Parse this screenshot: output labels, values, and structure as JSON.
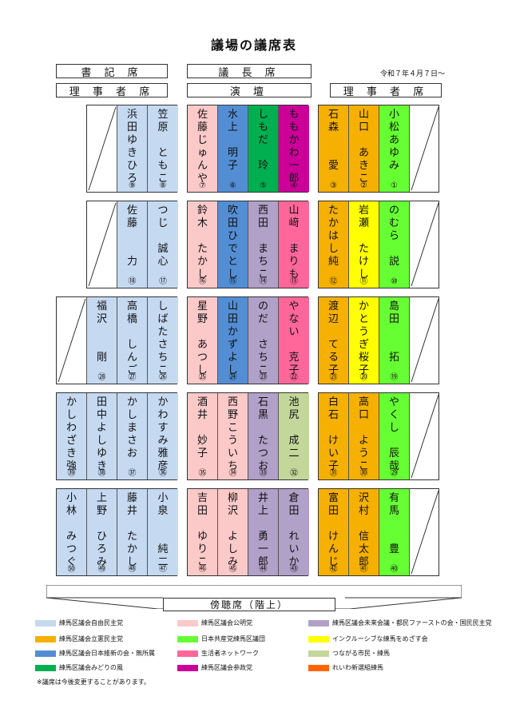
{
  "title": "議場の議席表",
  "header": {
    "clerk_seat": "書 記 席",
    "chair_seat": "議 長 席",
    "date": "令和７年４月７日～",
    "directors_left": "理 事 者 席",
    "podium": "演 壇",
    "directors_right": "理 事 者 席"
  },
  "colors": {
    "jimin": "#c5d9f1",
    "rikken": "#f6b000",
    "ishin": "#538ed5",
    "midori": "#00b050",
    "komei": "#fcc9c9",
    "kyosan": "#66ff33",
    "seikatsu": "#ff6699",
    "sanseito": "#cc0099",
    "mirai": "#b1a0c7",
    "inclusive": "#ffff00",
    "tsunagaru": "#c4d79b",
    "reiwa": "#ff6600"
  },
  "rows": [
    {
      "left": [
        {
          "name": "浜田ゆきひろ",
          "num": "⑨",
          "party": "jimin"
        },
        {
          "name": "笠原　ともこ",
          "num": "⑧",
          "party": "jimin"
        }
      ],
      "center": [
        {
          "name": "佐藤じゅんや",
          "num": "⑦",
          "party": "komei"
        },
        {
          "name": "水上　明子",
          "num": "⑥",
          "party": "ishin"
        },
        {
          "name": "しもだ　玲",
          "num": "⑤",
          "party": "midori"
        },
        {
          "name": "ももかわ一郎",
          "num": "④",
          "party": "sanseito"
        }
      ],
      "right": [
        {
          "name": "石森　　愛",
          "num": "③",
          "party": "rikken"
        },
        {
          "name": "山口　あきこ",
          "num": "②",
          "party": "rikken"
        },
        {
          "name": "小松あゆみ",
          "num": "①",
          "party": "kyosan"
        }
      ]
    },
    {
      "left": [
        {
          "name": "佐藤　　力",
          "num": "⑱",
          "party": "jimin"
        },
        {
          "name": "つじ　誠心",
          "num": "⑰",
          "party": "jimin"
        }
      ],
      "center": [
        {
          "name": "鈴木　たかし",
          "num": "⑯",
          "party": "komei"
        },
        {
          "name": "吹田ひでとし",
          "num": "⑮",
          "party": "ishin"
        },
        {
          "name": "西田　まちこ",
          "num": "⑭",
          "party": "mirai"
        },
        {
          "name": "山﨑　まりも",
          "num": "⑬",
          "party": "seikatsu"
        }
      ],
      "right": [
        {
          "name": "たかはし純",
          "num": "⑫",
          "party": "rikken"
        },
        {
          "name": "岩瀬　たけし",
          "num": "⑪",
          "party": "inclusive"
        },
        {
          "name": "のむら　説",
          "num": "⑩",
          "party": "kyosan"
        }
      ]
    },
    {
      "left": [
        {
          "name": "福沢　　剛",
          "num": "㉘",
          "party": "jimin"
        },
        {
          "name": "高橋　しんご",
          "num": "㉗",
          "party": "jimin"
        },
        {
          "name": "しばたさちこ",
          "num": "㉖",
          "party": "jimin"
        }
      ],
      "center": [
        {
          "name": "星野　あつし",
          "num": "㉕",
          "party": "komei"
        },
        {
          "name": "山田かずよし",
          "num": "㉔",
          "party": "ishin"
        },
        {
          "name": "のだ　さちこ",
          "num": "㉓",
          "party": "mirai"
        },
        {
          "name": "やない　克子",
          "num": "㉒",
          "party": "seikatsu"
        }
      ],
      "right": [
        {
          "name": "渡辺　てる子",
          "num": "㉑",
          "party": "rikken"
        },
        {
          "name": "かとうぎ桜子",
          "num": "⑳",
          "party": "inclusive"
        },
        {
          "name": "島田　　拓",
          "num": "⑲",
          "party": "kyosan"
        }
      ]
    },
    {
      "left": [
        {
          "name": "かしわざき強",
          "num": "㊴",
          "party": "jimin"
        },
        {
          "name": "田中よしゆき",
          "num": "㊳",
          "party": "jimin"
        },
        {
          "name": "かしまさお",
          "num": "㊲",
          "party": "jimin"
        },
        {
          "name": "かわすみ雅彦",
          "num": "㊱",
          "party": "jimin"
        }
      ],
      "center": [
        {
          "name": "酒井　妙子",
          "num": "㉟",
          "party": "komei"
        },
        {
          "name": "西野こういち",
          "num": "㉞",
          "party": "komei"
        },
        {
          "name": "石黒　たつお",
          "num": "㉝",
          "party": "mirai"
        },
        {
          "name": "池尻　成二",
          "num": "㉜",
          "party": "tsunagaru"
        }
      ],
      "right": [
        {
          "name": "白石　けい子",
          "num": "㉛",
          "party": "rikken"
        },
        {
          "name": "高口　ようこ",
          "num": "㉚",
          "party": "rikken"
        },
        {
          "name": "やくし　辰哉",
          "num": "㉙",
          "party": "kyosan"
        }
      ]
    },
    {
      "left": [
        {
          "name": "小林　みつぐ",
          "num": "㊿",
          "party": "jimin"
        },
        {
          "name": "上野　ひろみ",
          "num": "㊾",
          "party": "jimin"
        },
        {
          "name": "藤井　たかし",
          "num": "㊽",
          "party": "jimin"
        },
        {
          "name": "小泉　　純二",
          "num": "㊼",
          "party": "jimin"
        }
      ],
      "center": [
        {
          "name": "吉田　ゆりこ",
          "num": "㊻",
          "party": "komei"
        },
        {
          "name": "柳沢　よしみ",
          "num": "㊺",
          "party": "komei"
        },
        {
          "name": "井上　勇一郎",
          "num": "㊹",
          "party": "mirai"
        },
        {
          "name": "倉田　れいか",
          "num": "㊸",
          "party": "mirai"
        }
      ],
      "right": [
        {
          "name": "富田　けんじ",
          "num": "㊷",
          "party": "rikken"
        },
        {
          "name": "沢村　信太郎",
          "num": "㊶",
          "party": "rikken"
        },
        {
          "name": "有馬　　豊",
          "num": "㊵",
          "party": "kyosan"
        }
      ]
    }
  ],
  "gallery": "傍聴席（階上）",
  "legend": [
    {
      "label": "練馬区議会自由民主党",
      "party": "jimin"
    },
    {
      "label": "練馬区議会公明党",
      "party": "komei"
    },
    {
      "label": "練馬区議会未来会議・都民ファーストの会・国民民主党",
      "party": "mirai"
    },
    {
      "label": "練馬区議会立憲民主党",
      "party": "rikken"
    },
    {
      "label": "日本共産党練馬区議団",
      "party": "kyosan"
    },
    {
      "label": "インクルーシブな練馬をめざす会",
      "party": "inclusive"
    },
    {
      "label": "練馬区議会日本維新の会・無所属",
      "party": "ishin"
    },
    {
      "label": "生活者ネットワーク",
      "party": "seikatsu"
    },
    {
      "label": "つながる市民・練馬",
      "party": "tsunagaru"
    },
    {
      "label": "練馬区議会みどりの風",
      "party": "midori"
    },
    {
      "label": "練馬区議会参政党",
      "party": "sanseito"
    },
    {
      "label": "れいわ新選組練馬",
      "party": "reiwa"
    }
  ],
  "note": "※議席は今後変更することがあります。"
}
